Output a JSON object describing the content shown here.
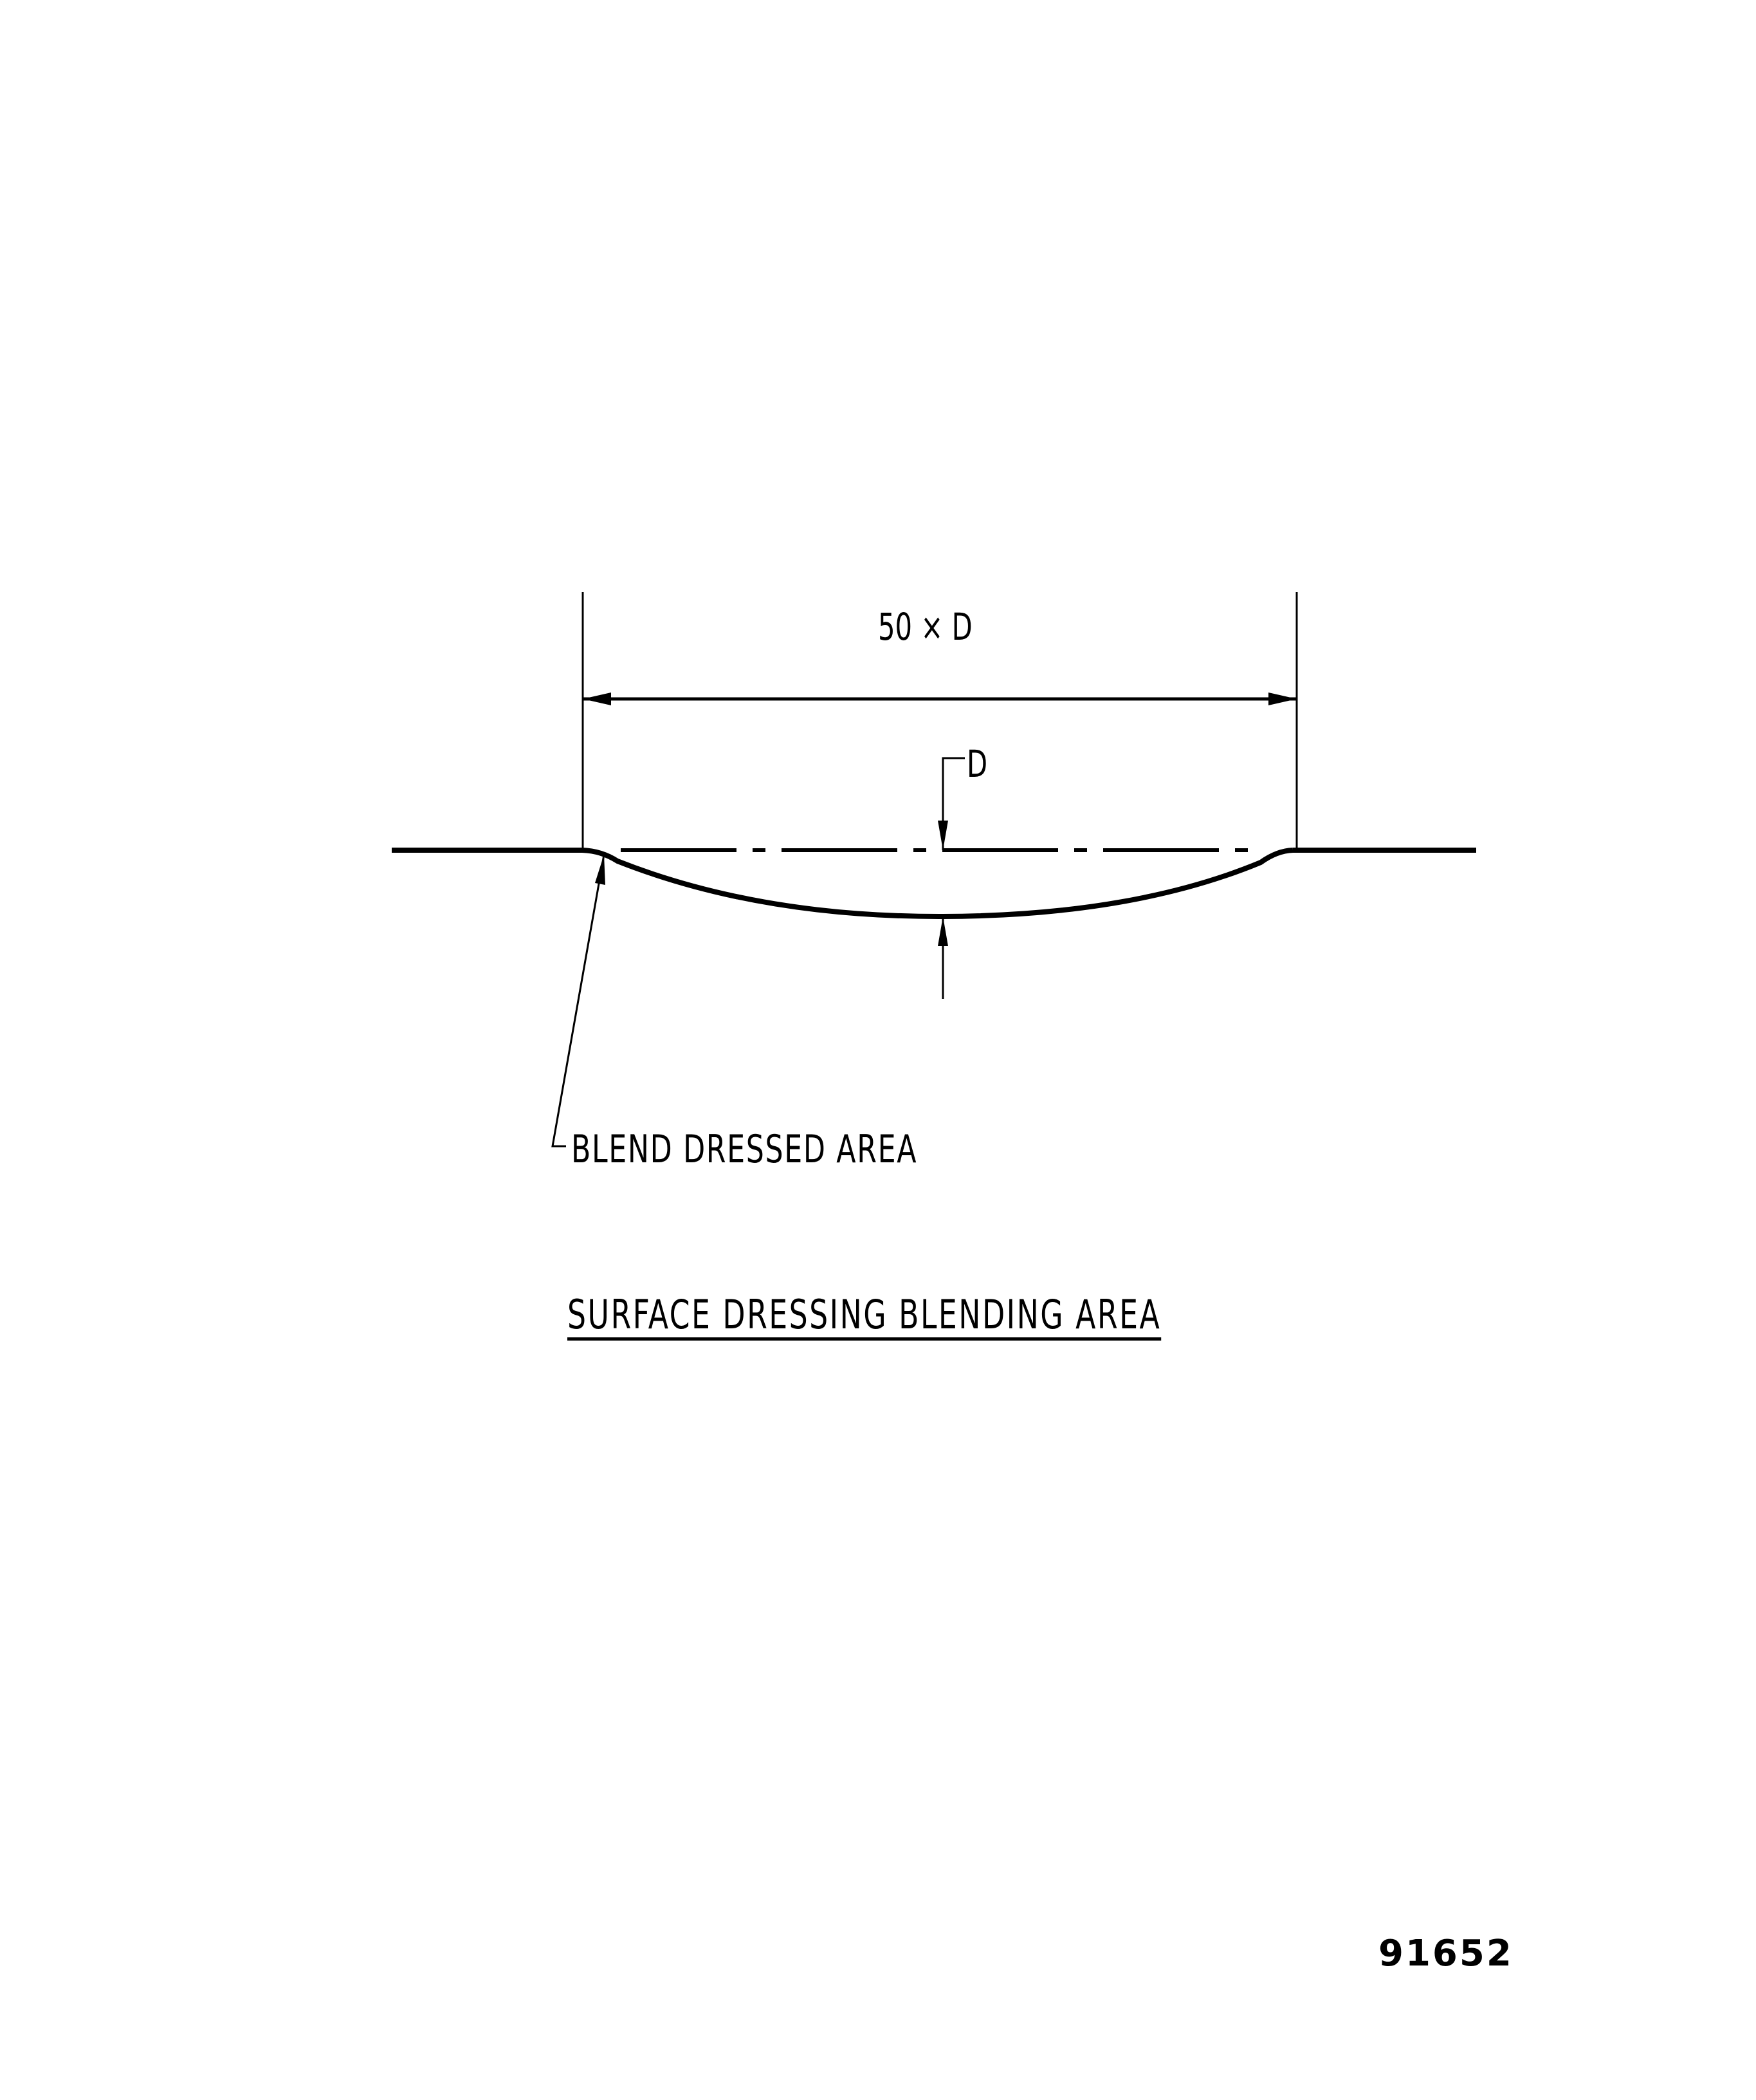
{
  "diagram": {
    "dimension_width_label": "50 × D",
    "dimension_depth_label": "D",
    "leader_label": "BLEND DRESSED AREA",
    "title": "SURFACE DRESSING BLENDING AREA",
    "figure_number": "91652",
    "colors": {
      "line": "#000000",
      "background": "#ffffff"
    }
  }
}
